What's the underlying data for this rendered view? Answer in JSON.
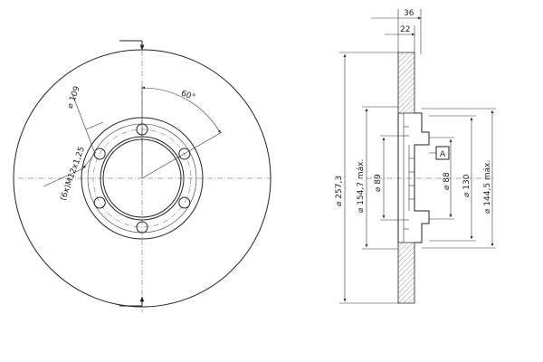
{
  "front_view": {
    "angle_label": "60°",
    "pcd_label": "⌀ 109",
    "thread_label": "(6x)M12x1,25"
  },
  "side_view": {
    "width_total_label": "36",
    "width_inner_label": "22",
    "outer_dia_label": "⌀ 257,3",
    "hub_max_label": "⌀ 154,7 máx.",
    "bore_label": "⌀ 89",
    "pilot_label": "⌀ 88",
    "seat_label": "⌀ 130",
    "seat_max_label": "⌀ 144,5 máx.",
    "datum_label": "A"
  }
}
